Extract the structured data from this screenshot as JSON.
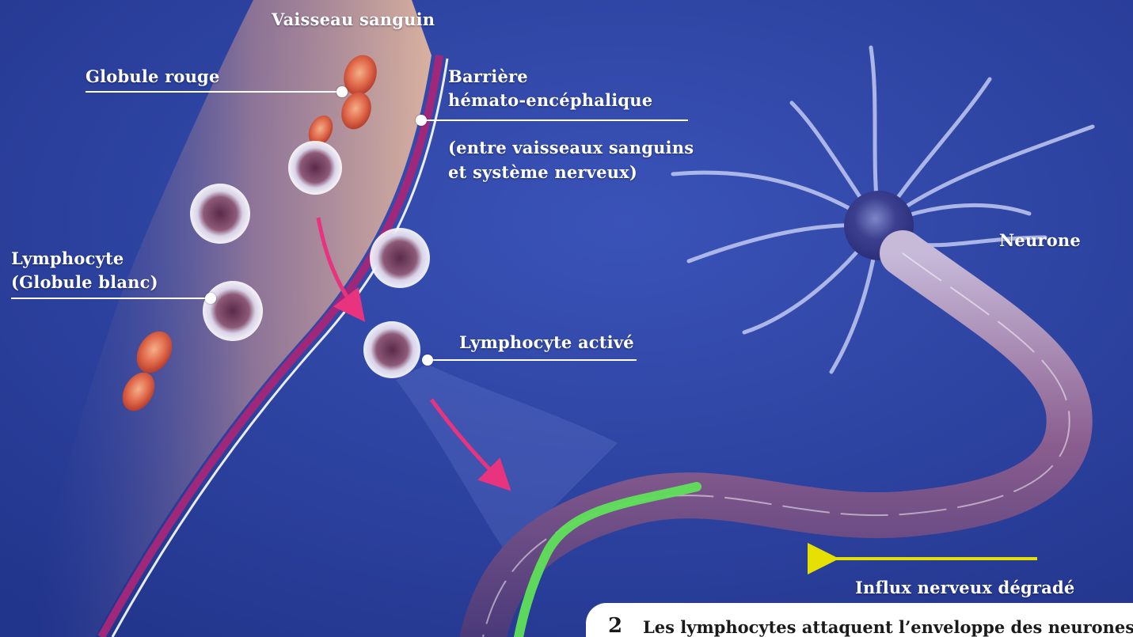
{
  "labels": {
    "vessel": "Vaisseau sanguin",
    "red_cell": "Globule rouge",
    "barrier_l1": "Barrière",
    "barrier_l2": "hémato-encéphalique",
    "barrier_note_l1": "(entre vaisseaux sanguins",
    "barrier_note_l2": "et système nerveux)",
    "lymphocyte_l1": "Lymphocyte",
    "lymphocyte_l2": "(Globule blanc)",
    "activated": "Lymphocyte activé",
    "neuron": "Neurone",
    "impulse": "Influx nerveux dégradé"
  },
  "caption": {
    "number": "2",
    "text": "Les lymphocytes attaquent l’enveloppe des neurones"
  },
  "colors": {
    "background": "#2b3f9a",
    "vessel": "#f0b48e",
    "barrier": "#a0287a",
    "arrow": "#e8337e",
    "myelin_damage": "#5fe05a",
    "impulse_arrow": "#e5e000"
  }
}
